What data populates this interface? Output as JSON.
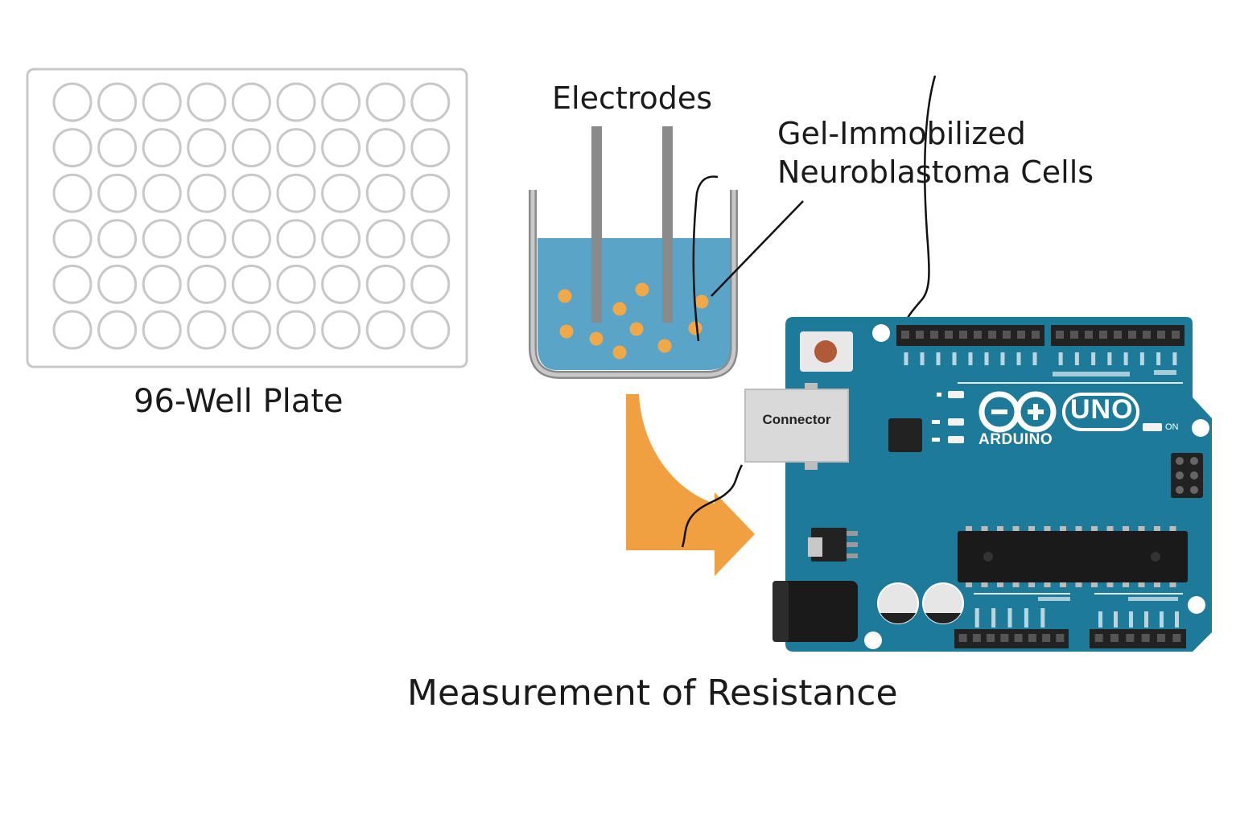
{
  "labels": {
    "plate": "96-Well Plate",
    "electrodes": "Electrodes",
    "gel_line1": "Gel-Immobilized",
    "gel_line2": "Neuroblastoma Cells",
    "measurement": "Measurement of Resistance",
    "connector": "Connector"
  },
  "arduino": {
    "brand": "ARDUINO",
    "model": "UNO",
    "power_led": "ON"
  },
  "plate": {
    "rows": 6,
    "columns": 9
  },
  "colors": {
    "board": "#1e7a99",
    "liquid": "#5aa5c7",
    "cells": "#f0a848",
    "arrow": "#f0a040",
    "plate_outline": "#c8c8c8",
    "electrode": "#8a8a8a"
  }
}
